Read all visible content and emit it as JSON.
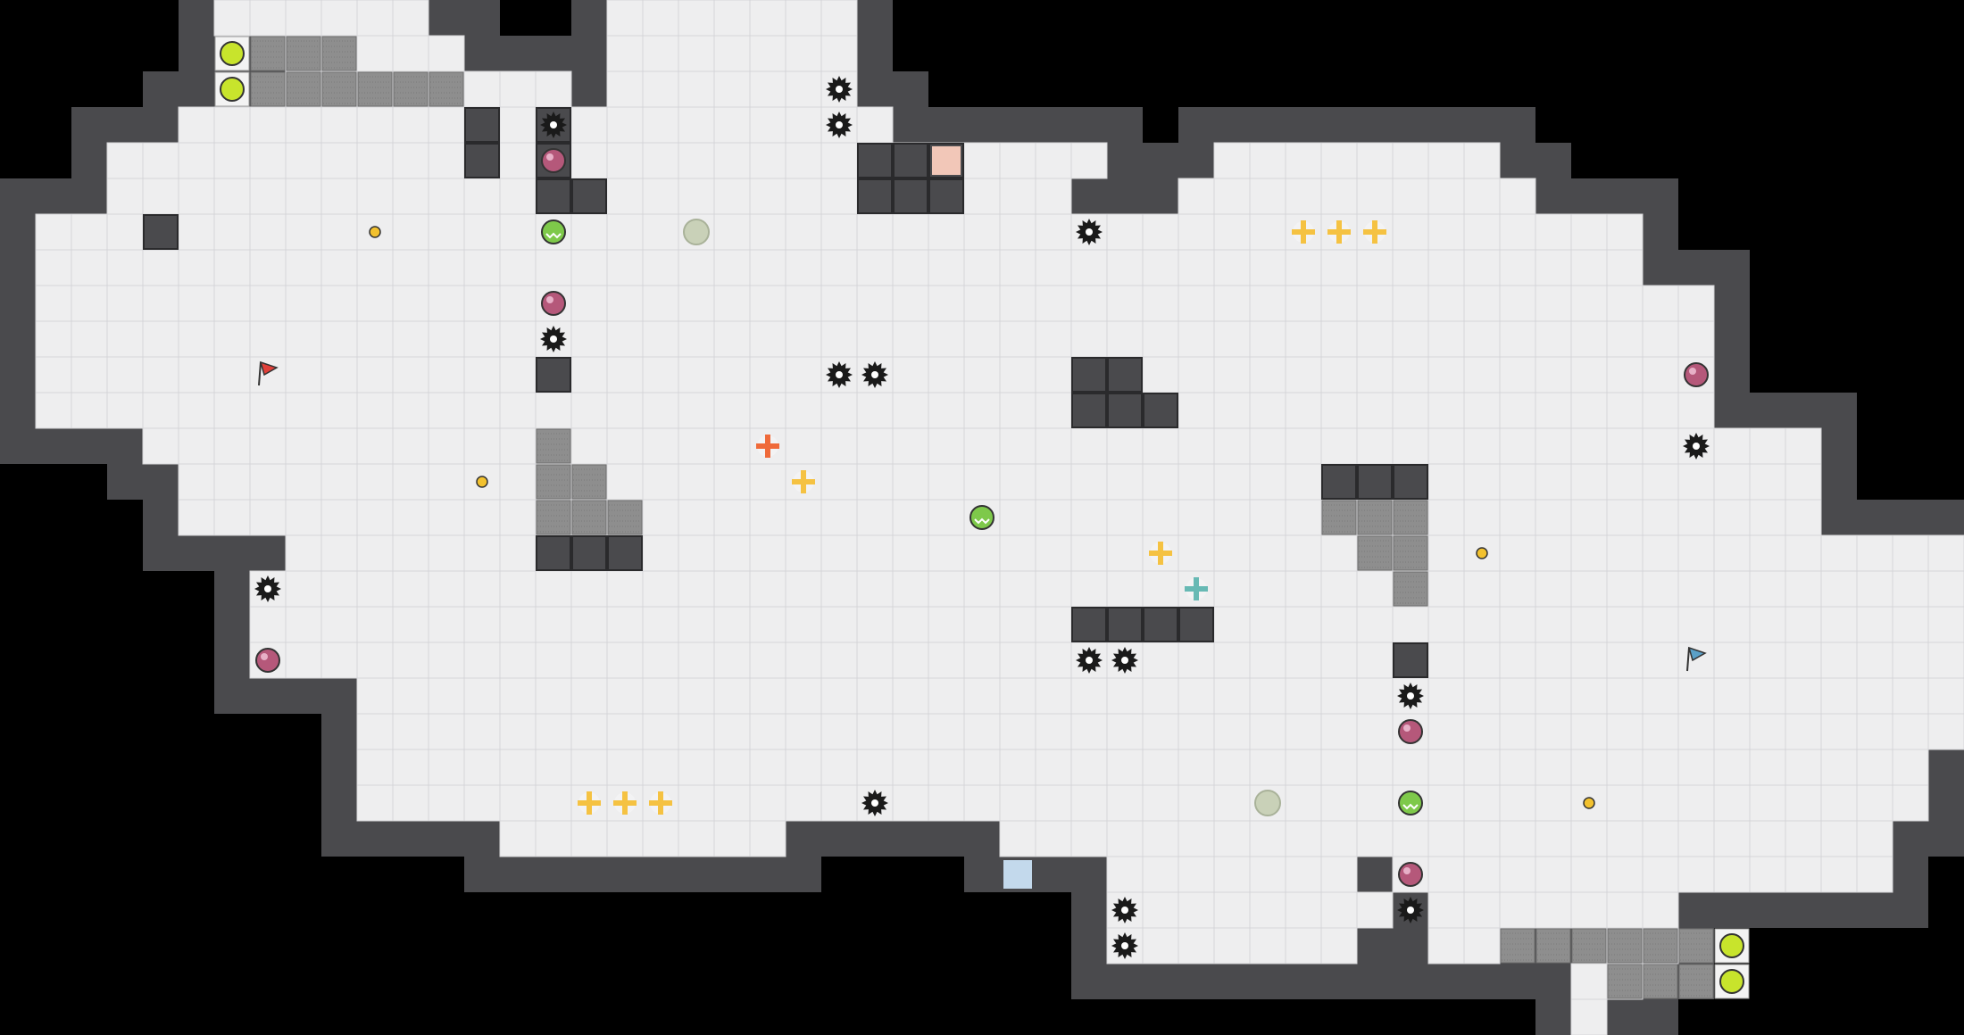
{
  "grid": {
    "cols": 55,
    "rows": 29,
    "floor_runs": [
      [
        [
          6,
          11
        ],
        [
          17,
          23
        ]
      ],
      [
        [
          8,
          12
        ],
        [
          17,
          23
        ]
      ],
      [
        [
          8,
          15
        ],
        [
          17,
          23
        ]
      ],
      [
        [
          5,
          15
        ],
        [
          16,
          24
        ]
      ],
      [
        [
          3,
          23
        ],
        [
          25,
          30
        ],
        [
          34,
          41
        ]
      ],
      [
        [
          3,
          29
        ],
        [
          33,
          42
        ]
      ],
      [
        [
          1,
          45
        ]
      ],
      [
        [
          1,
          45
        ]
      ],
      [
        [
          1,
          47
        ]
      ],
      [
        [
          1,
          47
        ]
      ],
      [
        [
          1,
          47
        ]
      ],
      [
        [
          1,
          47
        ]
      ],
      [
        [
          4,
          50
        ]
      ],
      [
        [
          5,
          50
        ]
      ],
      [
        [
          5,
          50
        ]
      ],
      [
        [
          8,
          54
        ]
      ],
      [
        [
          7,
          54
        ]
      ],
      [
        [
          7,
          54
        ]
      ],
      [
        [
          7,
          54
        ]
      ],
      [
        [
          10,
          54
        ]
      ],
      [
        [
          10,
          54
        ]
      ],
      [
        [
          10,
          53
        ]
      ],
      [
        [
          10,
          23
        ],
        [
          24,
          53
        ]
      ],
      [
        [
          14,
          21
        ],
        [
          28,
          52
        ]
      ],
      [
        [
          31,
          37
        ],
        [
          39,
          52
        ]
      ],
      [
        [
          31,
          38
        ],
        [
          40,
          46
        ]
      ],
      [
        [
          31,
          37
        ],
        [
          40,
          41
        ],
        [
          45,
          46
        ]
      ],
      [
        [
          44,
          45
        ]
      ],
      [
        [
          44,
          44
        ]
      ]
    ],
    "walls": [
      [
        4,
        6
      ],
      [
        13,
        3
      ],
      [
        15,
        3
      ],
      [
        13,
        4
      ],
      [
        15,
        4
      ],
      [
        15,
        5
      ],
      [
        16,
        5
      ],
      [
        24,
        4
      ],
      [
        25,
        4
      ],
      [
        26,
        4
      ],
      [
        24,
        5
      ],
      [
        25,
        5
      ],
      [
        26,
        5
      ],
      [
        15,
        10
      ],
      [
        30,
        10
      ],
      [
        31,
        10
      ],
      [
        30,
        11
      ],
      [
        31,
        11
      ],
      [
        32,
        11
      ],
      [
        37,
        13
      ],
      [
        38,
        13
      ],
      [
        39,
        13
      ],
      [
        15,
        15
      ],
      [
        16,
        15
      ],
      [
        17,
        15
      ],
      [
        30,
        17
      ],
      [
        31,
        17
      ],
      [
        32,
        17
      ],
      [
        33,
        17
      ],
      [
        39,
        18
      ]
    ],
    "grates": [
      [
        7,
        1
      ],
      [
        8,
        1
      ],
      [
        9,
        1
      ],
      [
        7,
        2
      ],
      [
        8,
        2
      ],
      [
        9,
        2
      ],
      [
        10,
        2
      ],
      [
        11,
        2
      ],
      [
        12,
        2
      ],
      [
        15,
        12
      ],
      [
        15,
        13
      ],
      [
        16,
        13
      ],
      [
        15,
        14
      ],
      [
        16,
        14
      ],
      [
        17,
        14
      ],
      [
        37,
        14
      ],
      [
        38,
        14
      ],
      [
        39,
        14
      ],
      [
        38,
        15
      ],
      [
        39,
        15
      ],
      [
        39,
        16
      ],
      [
        42,
        26
      ],
      [
        43,
        26
      ],
      [
        44,
        26
      ],
      [
        45,
        26
      ],
      [
        46,
        26
      ],
      [
        47,
        26
      ],
      [
        45,
        27
      ],
      [
        46,
        27
      ],
      [
        47,
        27
      ]
    ]
  },
  "spawns": {
    "left": [
      [
        6,
        1
      ],
      [
        6,
        2
      ]
    ],
    "right": [
      [
        48,
        26
      ],
      [
        48,
        27
      ]
    ]
  },
  "doors": [
    {
      "color": "#f2c7b8",
      "cell": [
        26,
        4
      ]
    },
    {
      "color": "#c3d9ec",
      "cell": [
        28,
        24
      ]
    }
  ],
  "flags": [
    {
      "team": "red",
      "color": "#e0403a",
      "cell": [
        7,
        10
      ]
    },
    {
      "team": "blue",
      "color": "#5aa0c8",
      "cell": [
        47,
        18
      ]
    }
  ],
  "spikes": [
    [
      23,
      2
    ],
    [
      23,
      3
    ],
    [
      15,
      3
    ],
    [
      30,
      6
    ],
    [
      15,
      9
    ],
    [
      23,
      10
    ],
    [
      24,
      10
    ],
    [
      47,
      12
    ],
    [
      7,
      16
    ],
    [
      30,
      18
    ],
    [
      31,
      18
    ],
    [
      39,
      19
    ],
    [
      24,
      22
    ],
    [
      31,
      25
    ],
    [
      31,
      26
    ],
    [
      39,
      25
    ]
  ],
  "bombs": [
    [
      15,
      4
    ],
    [
      15,
      8
    ],
    [
      47,
      10
    ],
    [
      7,
      18
    ],
    [
      39,
      20
    ],
    [
      39,
      24
    ]
  ],
  "juke_juice": [
    [
      15,
      6
    ],
    [
      27,
      14
    ],
    [
      39,
      22
    ]
  ],
  "boosts": {
    "neutral": [
      [
        36,
        6
      ],
      [
        37,
        6
      ],
      [
        38,
        6
      ],
      [
        22,
        13
      ],
      [
        32,
        15
      ],
      [
        16,
        22
      ],
      [
        17,
        22
      ],
      [
        18,
        22
      ]
    ],
    "red": [
      [
        21,
        12
      ]
    ],
    "blue": [
      [
        33,
        16
      ]
    ]
  },
  "portals": [
    [
      19,
      6
    ],
    [
      35,
      22
    ]
  ],
  "gate_tiles": [],
  "small_dots": [
    [
      10,
      6
    ],
    [
      13,
      13
    ],
    [
      41,
      15
    ],
    [
      44,
      22
    ]
  ],
  "colors": {
    "background": "#000000",
    "floor": "#eeeeef",
    "floor_grid": "#d5d5d8",
    "wall": "#4a4a4d",
    "wall_edge": "#2a2a2c",
    "grate": "#8e8e8e",
    "spawn": "#c8e42c",
    "spike": "#1a1a1a",
    "bomb": "#b5587a",
    "juke": "#7ec94a",
    "boost_neutral": "#f5c242",
    "boost_red": "#ef6a3a",
    "boost_blue": "#67b9b4",
    "portal": "#c9d1b8",
    "dot": "#f2c12e"
  }
}
